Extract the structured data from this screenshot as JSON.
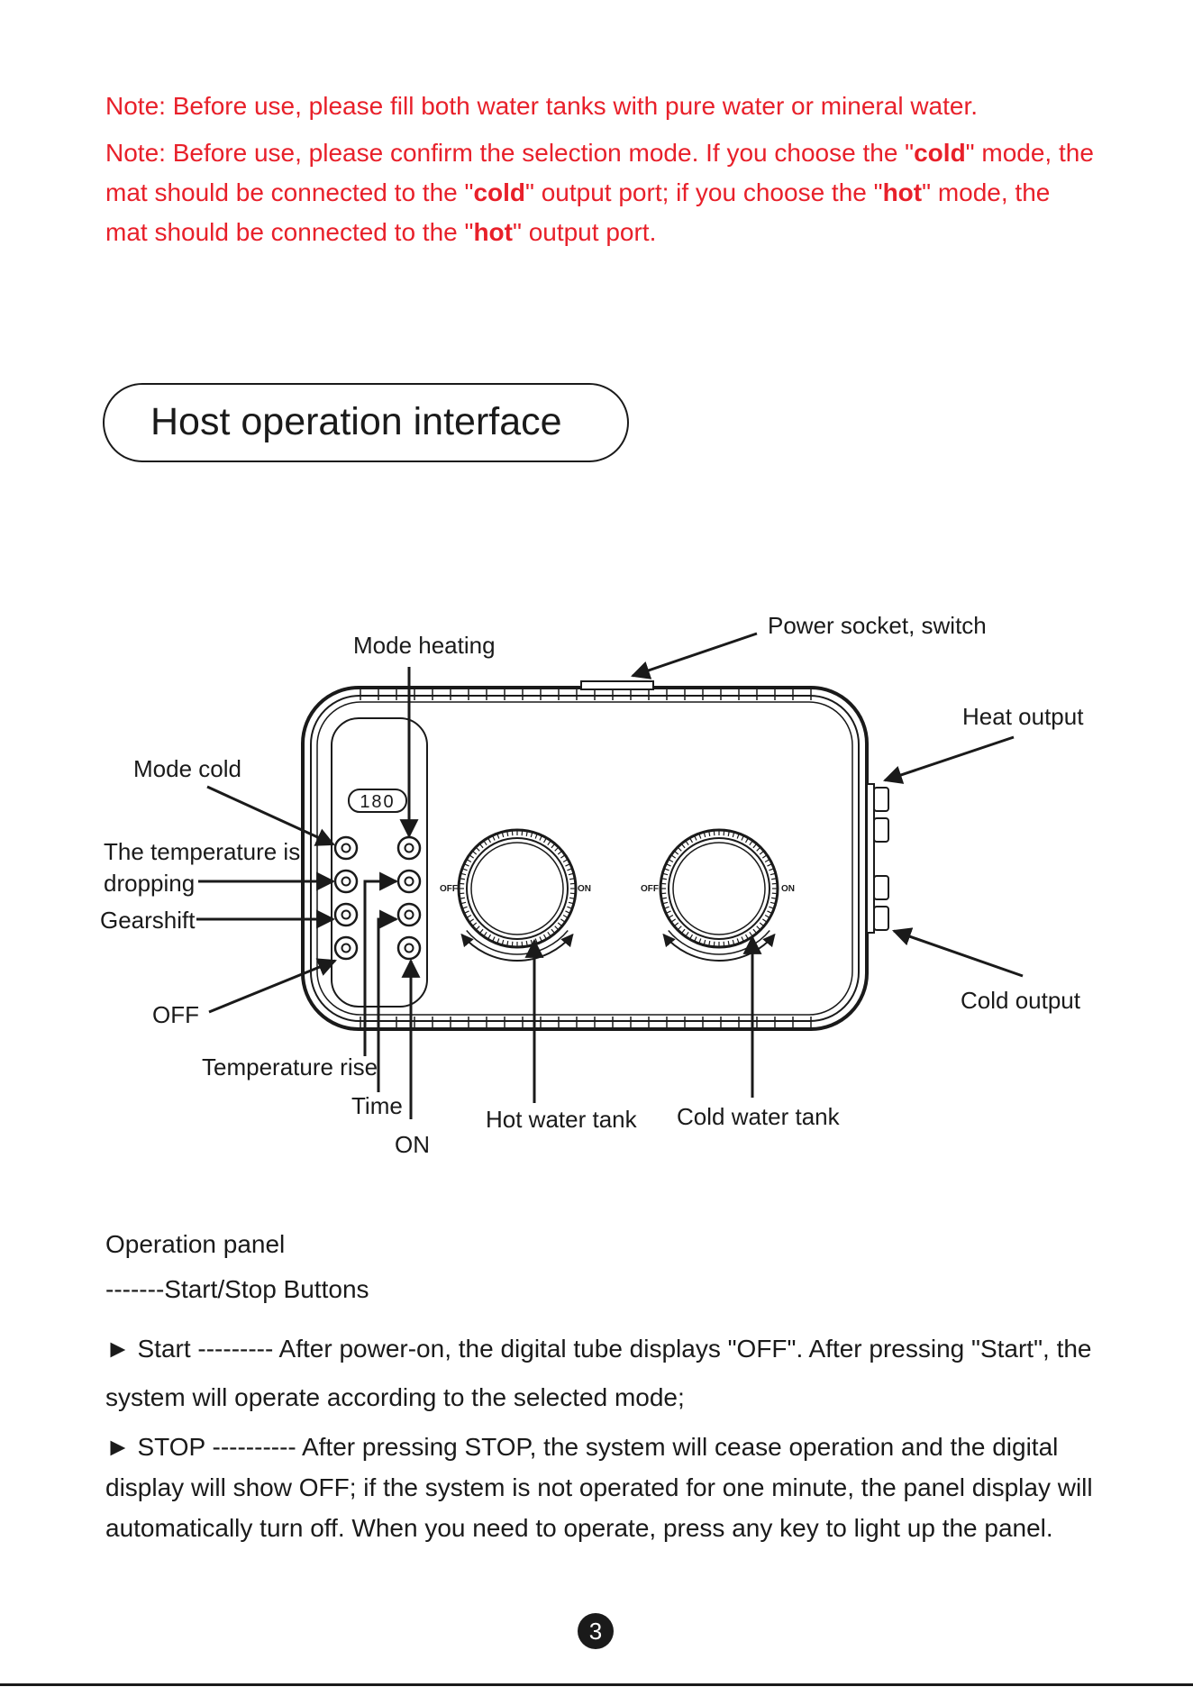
{
  "notes": {
    "note1": "Note: Before use, please fill both water tanks with pure water or mineral water.",
    "note2": {
      "p1": "Note: Before use, please confirm the selection mode. If you choose the \"",
      "cold1": "cold",
      "p2": "\" mode, the mat should be connected to the \"",
      "cold2": "cold",
      "p3": "\" output port; if you choose the \"",
      "hot1": "hot",
      "p4": "\" mode, the mat should be connected to the \"",
      "hot2": "hot",
      "p5": "\" output port."
    }
  },
  "section_title": "Host operation interface",
  "diagram": {
    "display_value": "180",
    "knob_off": "OFF",
    "knob_on": "ON",
    "labels": {
      "power_socket": "Power socket, switch",
      "mode_heating": "Mode heating",
      "heat_output": "Heat output",
      "mode_cold": "Mode cold",
      "temp_dropping_1": "The temperature is",
      "temp_dropping_2": "dropping",
      "gearshift": "Gearshift",
      "off": "OFF",
      "temperature_rise": "Temperature rise",
      "time": "Time",
      "on": "ON",
      "hot_water_tank": "Hot water tank",
      "cold_water_tank": "Cold water tank",
      "cold_output": "Cold output"
    }
  },
  "operation": {
    "title": "Operation panel",
    "subtitle": "-------Start/Stop Buttons",
    "start": "► Start --------- After power-on, the digital tube displays \"OFF\". After pressing \"Start\", the system will operate according to the selected mode;",
    "stop": "► STOP ---------- After pressing STOP, the system will cease operation and the digital display will show OFF; if the system is not operated for one minute, the panel display will automatically turn off. When you need to operate, press any key to light up the panel."
  },
  "page_number": "3"
}
